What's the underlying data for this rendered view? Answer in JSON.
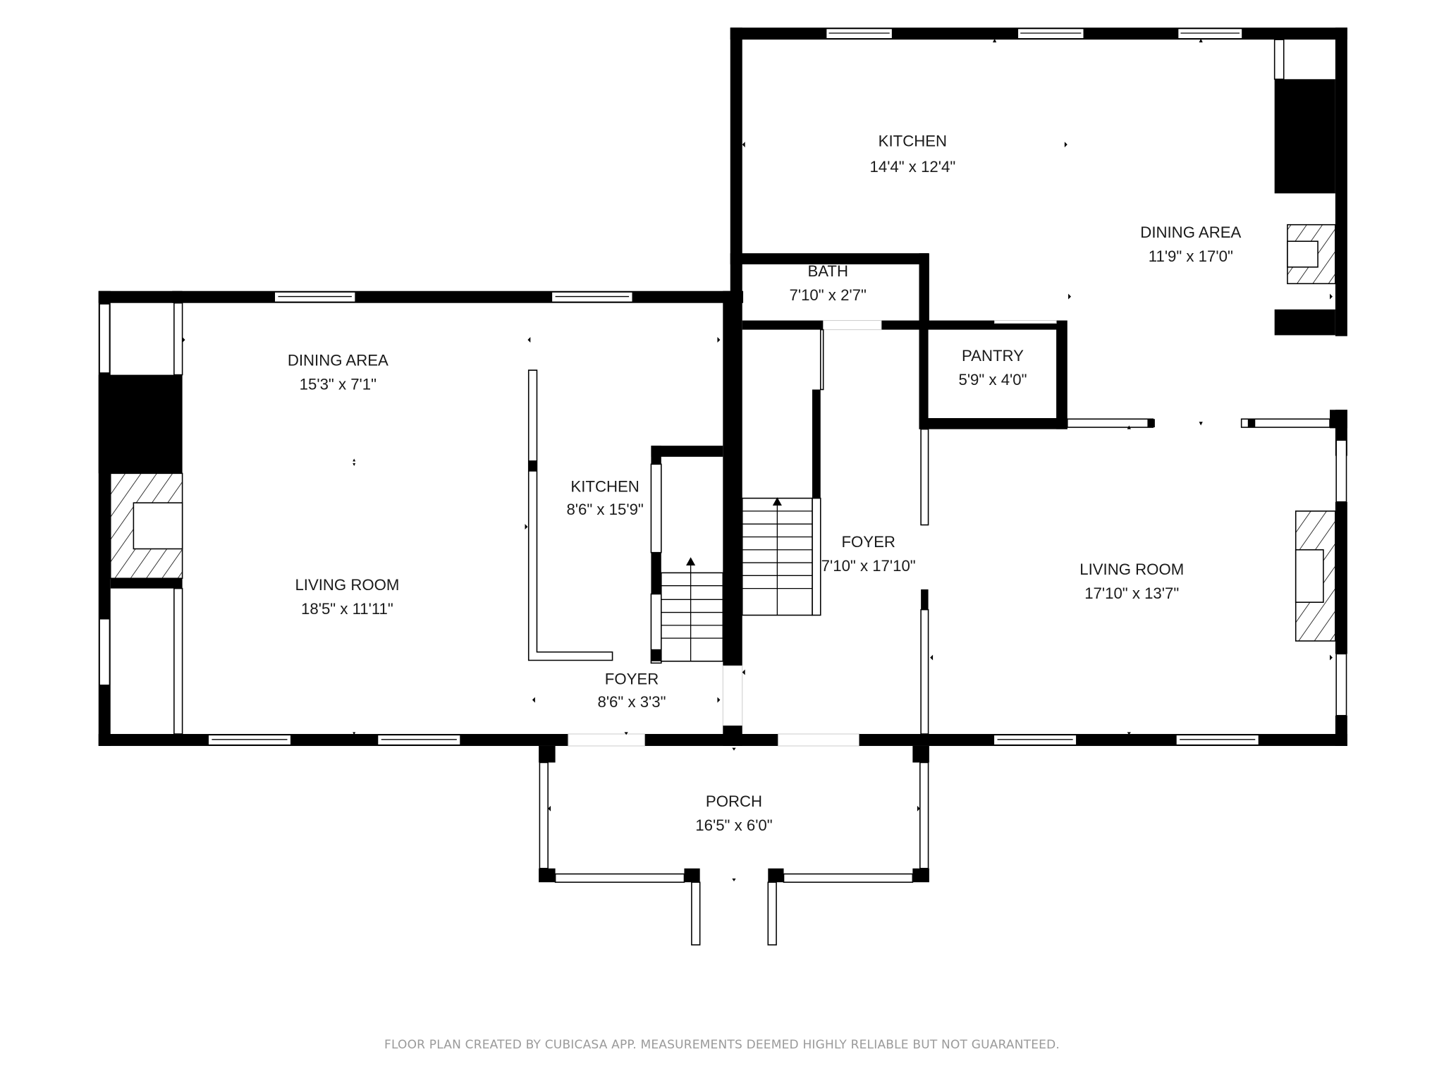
{
  "plan": {
    "type": "floor-plan",
    "rooms": [
      {
        "id": "kitchen-upper",
        "name": "KITCHEN",
        "dims": "14'4\" x 12'4\""
      },
      {
        "id": "dining-upper",
        "name": "DINING AREA",
        "dims": "11'9\" x 17'0\""
      },
      {
        "id": "bath",
        "name": "BATH",
        "dims": "7'10\" x 2'7\""
      },
      {
        "id": "pantry",
        "name": "PANTRY",
        "dims": "5'9\" x 4'0\""
      },
      {
        "id": "dining-left",
        "name": "DINING AREA",
        "dims": "15'3\" x 7'1\""
      },
      {
        "id": "living-left",
        "name": "LIVING ROOM",
        "dims": "18'5\" x 11'11\""
      },
      {
        "id": "kitchen-left",
        "name": "KITCHEN",
        "dims": "8'6\" x 15'9\""
      },
      {
        "id": "foyer-small",
        "name": "FOYER",
        "dims": "8'6\" x 3'3\""
      },
      {
        "id": "foyer-center",
        "name": "FOYER",
        "dims": "7'10\" x 17'10\""
      },
      {
        "id": "living-right",
        "name": "LIVING ROOM",
        "dims": "17'10\" x 13'7\""
      },
      {
        "id": "porch",
        "name": "PORCH",
        "dims": "16'5\" x 6'0\""
      }
    ],
    "footer": "FLOOR PLAN CREATED BY CUBICASA APP. MEASUREMENTS DEEMED HIGHLY RELIABLE BUT NOT GUARANTEED.",
    "colors": {
      "wall": "#000000",
      "background": "#ffffff",
      "footer_text": "#9a9a9a"
    }
  }
}
